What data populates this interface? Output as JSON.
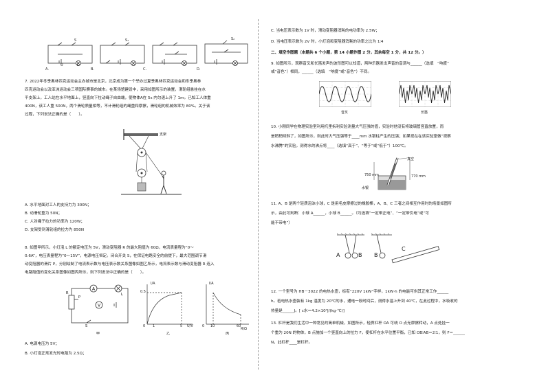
{
  "circuits_row": {
    "labels": [
      "A.",
      "B.",
      "C.",
      "D."
    ],
    "parts": {
      "s": "S",
      "s1": "S₁",
      "s2": "S₂",
      "u": "U",
      "l": "L"
    }
  },
  "q7": {
    "lines": [
      "7. 2022年冬季奥林匹克运动会主办城市是北京，北京成为第一个举办过夏季奥林匹克运动会和冬季奥林",
      "匹克运动会以及亚洲运动会三项国际赛事的城市。在某场馆建设中，采用如图所示的装置，滑轮组悬挂在水",
      "平支架上，工人站在水平地面上，竖直向下拉动绳子自由端，使物体A在 5s 内匀速上升了 1m。已知工人体重",
      "400N，该工人重 500N，两个滑轮质量相等，不计滑轮组的绳重和摩擦，滑轮组的机械效率为 80%。关于该",
      "过程，下列说法正确的是（　　）。"
    ],
    "figure_label": "支架",
    "options": [
      "A. 水平地面对工人的支持力为 300N；",
      "B. 动滑轮重为 50N；",
      "C. 人对绳子拉力的功率为 120W；",
      "D. 支架受到滑轮组的拉力为 850N"
    ]
  },
  "q8": {
    "lines": [
      "8. 如图甲所示，小灯泡 L 的额定电压为 5V，滑动变阻器 R 的最大阻值为 60Ω，电流表量程为“0～",
      "0.6A”，电压表量程为“0～15V”，电源电压恒定。闭合开关 S，在保证电路安全的前提下，最大范围调节滑",
      "动变阻器的滑片 P，分别绘制了电流表示数与电压表示数关系图像如图乙所示，电流表示数与滑动变阻器 R 连入",
      "电路阻值的变化关系图像如图丙所示，则下列说法中正确的是（　　）。"
    ],
    "fig_jia": "甲",
    "fig_yi": "乙",
    "fig_bing": "丙",
    "yi_axis": {
      "y": "I/A",
      "x": "U/V",
      "tick_y": "0.5",
      "tick_x": "5",
      "origin": "0",
      "tick_x2": "1"
    },
    "bing_axis": {
      "y": "I/A",
      "x": "R/Ω",
      "tick_x1": "10",
      "tick_x2": "60",
      "origin": "0"
    },
    "options": [
      "A. 电源电压为 5V；",
      "B. 小灯泡正常发光时电阻为 2.5Ω；"
    ]
  },
  "right": {
    "q8_more": [
      "C. 当电压表示数为 1V 时，滑动变阻器消耗的电功率为 2.5W；",
      "D. 当电压表示数为 2V 时，小灯泡和变阻器消耗的功率之比为 1∶4"
    ],
    "section2": "二、填空作图题（本题共 6 个小题，第 14 小题作图 2 分，其余每空 1 分，共 12 分。）",
    "q9": [
      "9. 如图所示，观察音叉和长笛发声的波形图可以知道，两种乐器发出声音的音调与______（选填　“响度”",
      "或“音色”）相同，______（选填　“响度”或“音色”）不同。"
    ],
    "wave_labels": [
      "音叉",
      "长笛"
    ],
    "q10": [
      "10. 小刚同学在物理实验室利用托里拆利实验测量大气压强的值，实验时他没有将玻璃管竖直放置，而",
      "是稍稍倾斜了，如图所示，则此时大气压强等于____mm 水银柱产生的压强；如果现在在该实验室做“观察",
      "水沸腾”的实验，测得水的沸点将____（选填“高于”、“等于”或“低于”）100℃。"
    ],
    "torr_labels": {
      "vacuum": "真空",
      "h1": "750 mm",
      "h2": "770 mm",
      "mercury": "水银"
    },
    "q11": [
      "11. A、B 是两个轻质泡沫小球，C 是用毛皮摩擦过的橡胶棒，A、B、C 三者之间相互作用时的场景如图所",
      "示，由此可判断：小球 A______，小球 B______。（均选填“一定带正电”、“一定带负电”或“可",
      "能不带电”）"
    ],
    "ball_labels": {
      "a": "A",
      "b1": "B",
      "b2": "B",
      "c": "C"
    },
    "q12": [
      "12. 一个型号为 HB－3022 的电热水壶，标有“220V 1kW”字样，1kW·h 的电能可供其正常工作______",
      "h。若电热水壶装有 1kg 温度为 20℃的水，通电一段时间后，测得水温上升到 40℃，在此过程中，水吸收的",
      "热量是______J。[ c水＝4.2×10³J/(kg·℃)]"
    ],
    "q13": [
      "13. 杠杆是我们生活中一种常见的简单机械，如图所示，轻质杠杆 OA 可绕 O 点无摩擦转动，A 点处挂一",
      "个重为 20N 的物体，B 点施加一个竖直向上的拉力 F，使杠杆在水平位置平衡，已知 OB∶AB＝2∶1，则 F＝______",
      "N，此杠杆____是杠杆。"
    ]
  }
}
